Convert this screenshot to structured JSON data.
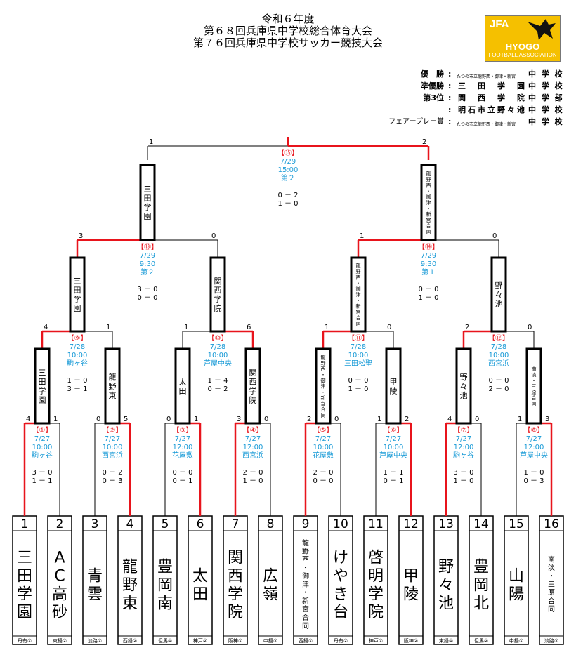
{
  "header": {
    "title_lines": [
      "令和６年度",
      "第６８回兵庫県中学校総合体育大会",
      "第７６回兵庫県中学校サッカー競技大会"
    ],
    "logo": {
      "jfa": "JFA",
      "hyogo": "HYOGO",
      "association": "FOOTBALL ASSOCIATION",
      "icon": "eagle-icon"
    }
  },
  "results": [
    {
      "label": "優　勝",
      "small": "たつの市立龍野西・御津・新宮",
      "big": "",
      "suffix": "中 学 校"
    },
    {
      "label": "準優勝",
      "small": "",
      "big": "三　田　学　園",
      "suffix": "中 学 校"
    },
    {
      "label": "第3位",
      "small": "",
      "big": "関　西　学　院",
      "suffix": "中 学 部"
    },
    {
      "label": "",
      "small": "",
      "big": "明石市立野々池",
      "suffix": "中 学 校"
    },
    {
      "label": "フェアープレー賞",
      "small": "たつの市立龍野西・御津・新宮",
      "big": "",
      "suffix": "中 学 校"
    }
  ],
  "teams": [
    {
      "num": "1",
      "name": "三田学園",
      "region": "丹有①"
    },
    {
      "num": "2",
      "name": "AC高砂",
      "region": "東播②"
    },
    {
      "num": "3",
      "name": "青雲",
      "region": "淡路①"
    },
    {
      "num": "4",
      "name": "龍野東",
      "region": "西播②"
    },
    {
      "num": "5",
      "name": "豊岡南",
      "region": "但馬①"
    },
    {
      "num": "6",
      "name": "太田",
      "region": "神戸②"
    },
    {
      "num": "7",
      "name": "関西学院",
      "region": "阪神①"
    },
    {
      "num": "8",
      "name": "広嶺",
      "region": "中播②"
    },
    {
      "num": "9",
      "name": "龍野西・御津・新宮合同",
      "region": "西播①"
    },
    {
      "num": "10",
      "name": "けやき台",
      "region": "丹有②"
    },
    {
      "num": "11",
      "name": "啓明学院",
      "region": "神戸①"
    },
    {
      "num": "12",
      "name": "甲陵",
      "region": "阪神②"
    },
    {
      "num": "13",
      "name": "野々池",
      "region": "東播①"
    },
    {
      "num": "14",
      "name": "豊岡北",
      "region": "但馬②"
    },
    {
      "num": "15",
      "name": "山陽",
      "region": "中播①"
    },
    {
      "num": "16",
      "name": "南淡・三原合同",
      "region": "淡路②"
    }
  ],
  "matches": [
    {
      "id": "m1",
      "label": "【①】",
      "date": "7/27",
      "time": "10:00",
      "venue": "駒ヶ谷",
      "halves": [
        "3 － 0",
        "1 － 1"
      ],
      "score": [
        "4",
        "1"
      ],
      "winner": 0
    },
    {
      "id": "m2",
      "label": "【②】",
      "date": "7/27",
      "time": "10:00",
      "venue": "西宮浜",
      "halves": [
        "0 － 2",
        "0 － 3"
      ],
      "score": [
        "0",
        "5"
      ],
      "winner": 1
    },
    {
      "id": "m3",
      "label": "【③】",
      "date": "7/27",
      "time": "12:00",
      "venue": "花屋敷",
      "halves": [
        "0 － 0",
        "0 － 1"
      ],
      "score": [
        "0",
        "1"
      ],
      "winner": 1
    },
    {
      "id": "m4",
      "label": "【④】",
      "date": "7/27",
      "time": "12:00",
      "venue": "西宮浜",
      "halves": [
        "2 － 0",
        "1 － 0"
      ],
      "score": [
        "3",
        "0"
      ],
      "winner": 0
    },
    {
      "id": "m5",
      "label": "【⑤】",
      "date": "7/27",
      "time": "10:00",
      "venue": "花屋敷",
      "halves": [
        "2 － 0",
        "0 － 0"
      ],
      "score": [
        "2",
        "0"
      ],
      "winner": 0
    },
    {
      "id": "m6",
      "label": "【⑥】",
      "date": "7/27",
      "time": "10:00",
      "venue": "芦屋中央",
      "halves": [
        "1 － 1",
        "0 － 1"
      ],
      "score": [
        "1",
        "2"
      ],
      "winner": 1
    },
    {
      "id": "m7",
      "label": "【⑦】",
      "date": "7/27",
      "time": "12:00",
      "venue": "駒ヶ谷",
      "halves": [
        "3 － 0",
        "1 － 0"
      ],
      "score": [
        "4",
        "0"
      ],
      "winner": 0
    },
    {
      "id": "m8",
      "label": "【⑧】",
      "date": "7/27",
      "time": "12:00",
      "venue": "芦屋中央",
      "halves": [
        "1 － 0",
        "0 － 3"
      ],
      "score": [
        "1",
        "3"
      ],
      "winner": 1
    },
    {
      "id": "m9",
      "label": "【⑨】",
      "date": "7/28",
      "time": "10:00",
      "venue": "駒ヶ谷",
      "halves": [
        "1 － 0",
        "3 － 1"
      ],
      "score": [
        "4",
        "1"
      ],
      "winner": 0
    },
    {
      "id": "m10",
      "label": "【⑩】",
      "date": "7/28",
      "time": "10:00",
      "venue": "芦屋中央",
      "halves": [
        "1 － 4",
        "0 － 2"
      ],
      "score": [
        "1",
        "6"
      ],
      "winner": 1
    },
    {
      "id": "m11",
      "label": "【⑪】",
      "date": "7/28",
      "time": "10:00",
      "venue": "三田松聖",
      "halves": [
        "0 － 0",
        "1 － 0"
      ],
      "score": [
        "1",
        "0"
      ],
      "winner": 0
    },
    {
      "id": "m12",
      "label": "【⑫】",
      "date": "7/28",
      "time": "10:00",
      "venue": "西宮浜",
      "halves": [
        "0 － 0",
        "2 － 0"
      ],
      "score": [
        "2",
        "0"
      ],
      "winner": 0
    },
    {
      "id": "m13",
      "label": "【⑬】",
      "date": "7/29",
      "time": "9:30",
      "venue": "第２",
      "halves": [
        "3 － 0",
        "0 － 0"
      ],
      "score": [
        "3",
        "0"
      ],
      "winner": 0
    },
    {
      "id": "m14",
      "label": "【⑭】",
      "date": "7/29",
      "time": "9:30",
      "venue": "第１",
      "halves": [
        "0 － 0",
        "1 － 0"
      ],
      "score": [
        "1",
        "0"
      ],
      "winner": 0
    },
    {
      "id": "m15",
      "label": "【⑮】",
      "date": "7/29",
      "time": "15:00",
      "venue": "第２",
      "halves": [
        "0 － 2",
        "1 － 0"
      ],
      "score": [
        "1",
        "2"
      ],
      "winner": 1
    }
  ],
  "advancers": {
    "m1": "三田学園",
    "m2": "龍野東",
    "m3": "太田",
    "m4": "関西学院",
    "m5": "龍野西・御津・新宮合同",
    "m6": "甲陵",
    "m7": "野々池",
    "m8": "南淡・三原合同",
    "m9": "三田学園",
    "m10": "関西学院",
    "m11": "龍野西・御津・新宮合同",
    "m12": "野々池",
    "m13": "三田学園",
    "m14": "龍野西・御津・新宮合同"
  },
  "colors": {
    "winner_line": "#e8141c",
    "info_text": "#1a9bd7",
    "match_label": "#e8141c",
    "line": "#000000",
    "logo": "#f5c000"
  }
}
